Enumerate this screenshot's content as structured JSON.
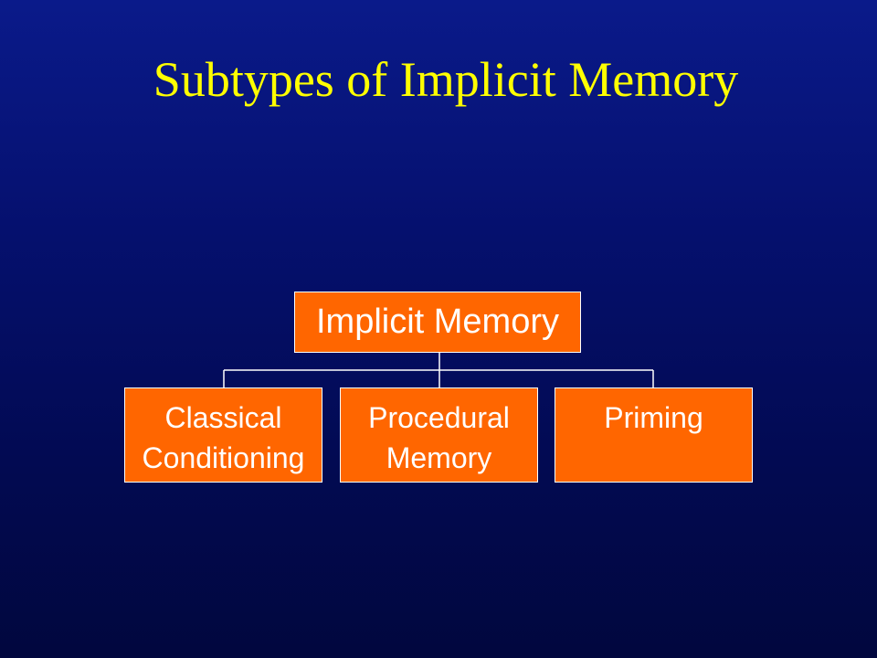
{
  "slide": {
    "title": "Subtypes of Implicit Memory",
    "colors": {
      "background": "#0a1a8a",
      "title": "#ffff00",
      "box_fill": "#ff6600",
      "box_border": "#ffffff",
      "box_text": "#ffffff",
      "connector": "#ffffff"
    }
  },
  "diagram": {
    "root": {
      "label": "Implicit Memory"
    },
    "children": [
      {
        "label": "Classical\nConditioning"
      },
      {
        "label": "Procedural\nMemory"
      },
      {
        "label": "Priming"
      }
    ]
  }
}
